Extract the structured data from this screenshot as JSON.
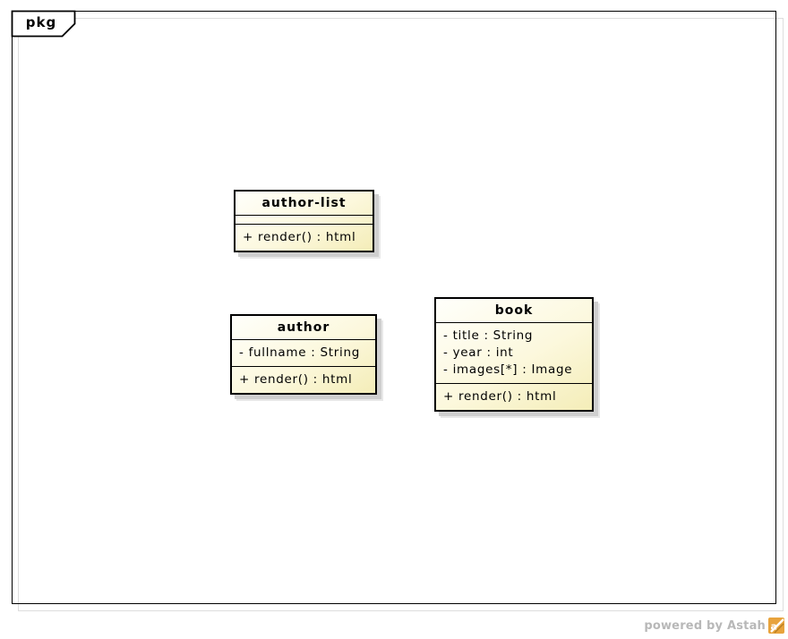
{
  "diagram": {
    "type": "uml-class-diagram",
    "frame_tab_label": "pkg"
  },
  "classes": [
    {
      "name": "author-list",
      "attributes": [],
      "methods": [
        "+ render() : html"
      ]
    },
    {
      "name": "author",
      "attributes": [
        "- fullname : String"
      ],
      "methods": [
        "+ render() : html"
      ]
    },
    {
      "name": "book",
      "attributes": [
        "- title : String",
        "- year : int",
        "- images[*] : Image"
      ],
      "methods": [
        "+ render() : html"
      ]
    }
  ],
  "watermark": {
    "text": "powered by Astah",
    "logo_icon": "astah-logo-icon",
    "logo_letter": "a"
  },
  "colors": {
    "class_fill_top": "#fffffb",
    "class_fill_bottom": "#f4edb8",
    "class_border": "#000000",
    "class_shadow": "#cfcfcf",
    "frame_border": "#000000",
    "frame_shadow": "#dddddd",
    "watermark_text": "#b8b8b8",
    "logo_orange": "#e8a33c"
  }
}
